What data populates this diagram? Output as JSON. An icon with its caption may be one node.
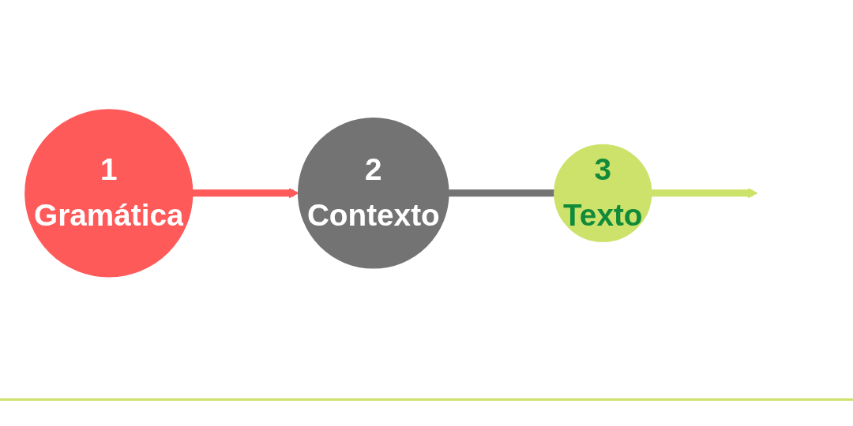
{
  "diagram": {
    "nodes": [
      {
        "text": [
          "1",
          "Gramática"
        ]
      },
      {
        "text": [
          "2",
          "Contexto"
        ]
      },
      {
        "text": [
          "3",
          "Texto"
        ]
      }
    ],
    "edges": [
      {
        "from": 0,
        "to": 1,
        "arrow": "to",
        "color": "#ff5a5a"
      },
      {
        "from": 1,
        "to": 2,
        "arrow": "none",
        "color": "#737373"
      },
      {
        "from": 2,
        "to": null,
        "arrow": "to",
        "color": "#cde26a"
      }
    ]
  }
}
